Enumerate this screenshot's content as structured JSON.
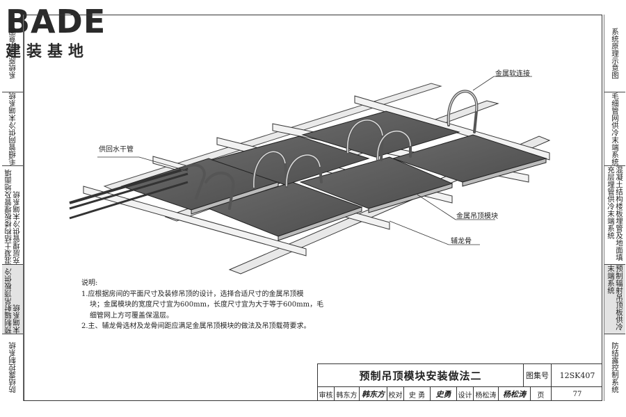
{
  "logo": {
    "en": "BADE",
    "cn": "建装基地"
  },
  "left_tabs": [
    {
      "label": "系统原理示意图"
    },
    {
      "label": "毛细管网供冷末端系统"
    },
    {
      "label": "混凝土结构楼板埋管及地面填充层埋管供冷末端系统"
    },
    {
      "label": "预制辐射吊顶板供冷末端系统"
    },
    {
      "label": "防结露控制系统"
    }
  ],
  "right_tabs": [
    {
      "label": "系统原理示意图"
    },
    {
      "label": "毛细管网供冷末端系统"
    },
    {
      "label": "混凝土结构楼板埋管及地面填充层埋管供冷末端系统"
    },
    {
      "label": "预制辐射吊顶板供冷末端系统"
    },
    {
      "label": "防结露控制系统"
    }
  ],
  "callouts": {
    "hose": "金属软连接",
    "supply_pipe": "供回水干管",
    "module": "金属吊顶模块",
    "keel": "辅龙骨"
  },
  "notes": {
    "heading": "说明:",
    "line1": "1.应根据房间的平面尺寸及装修吊顶的设计，选择合适尺寸的金属吊顶模",
    "line2": "块；金属模块的宽度尺寸宜为600mm，长度尺寸宜为大于等于600mm，毛",
    "line3": "细管网上方可覆盖保温层。",
    "line4": "2.主、辅龙骨选材及龙骨间距应满足金属吊顶模块的做法及吊顶载荷要求。"
  },
  "title_block": {
    "title": "预制吊顶模块安装做法二",
    "atlas_label": "图集号",
    "atlas_no": "12SK407",
    "review_label": "审核",
    "reviewer": "韩东方",
    "reviewer_sig": "韩东方",
    "check_label": "校对",
    "checker": "史  勇",
    "checker_sig": "史勇",
    "design_label": "设计",
    "designer": "杨松涛",
    "designer_sig": "杨松涛",
    "page_label": "页",
    "page_no": "77"
  }
}
